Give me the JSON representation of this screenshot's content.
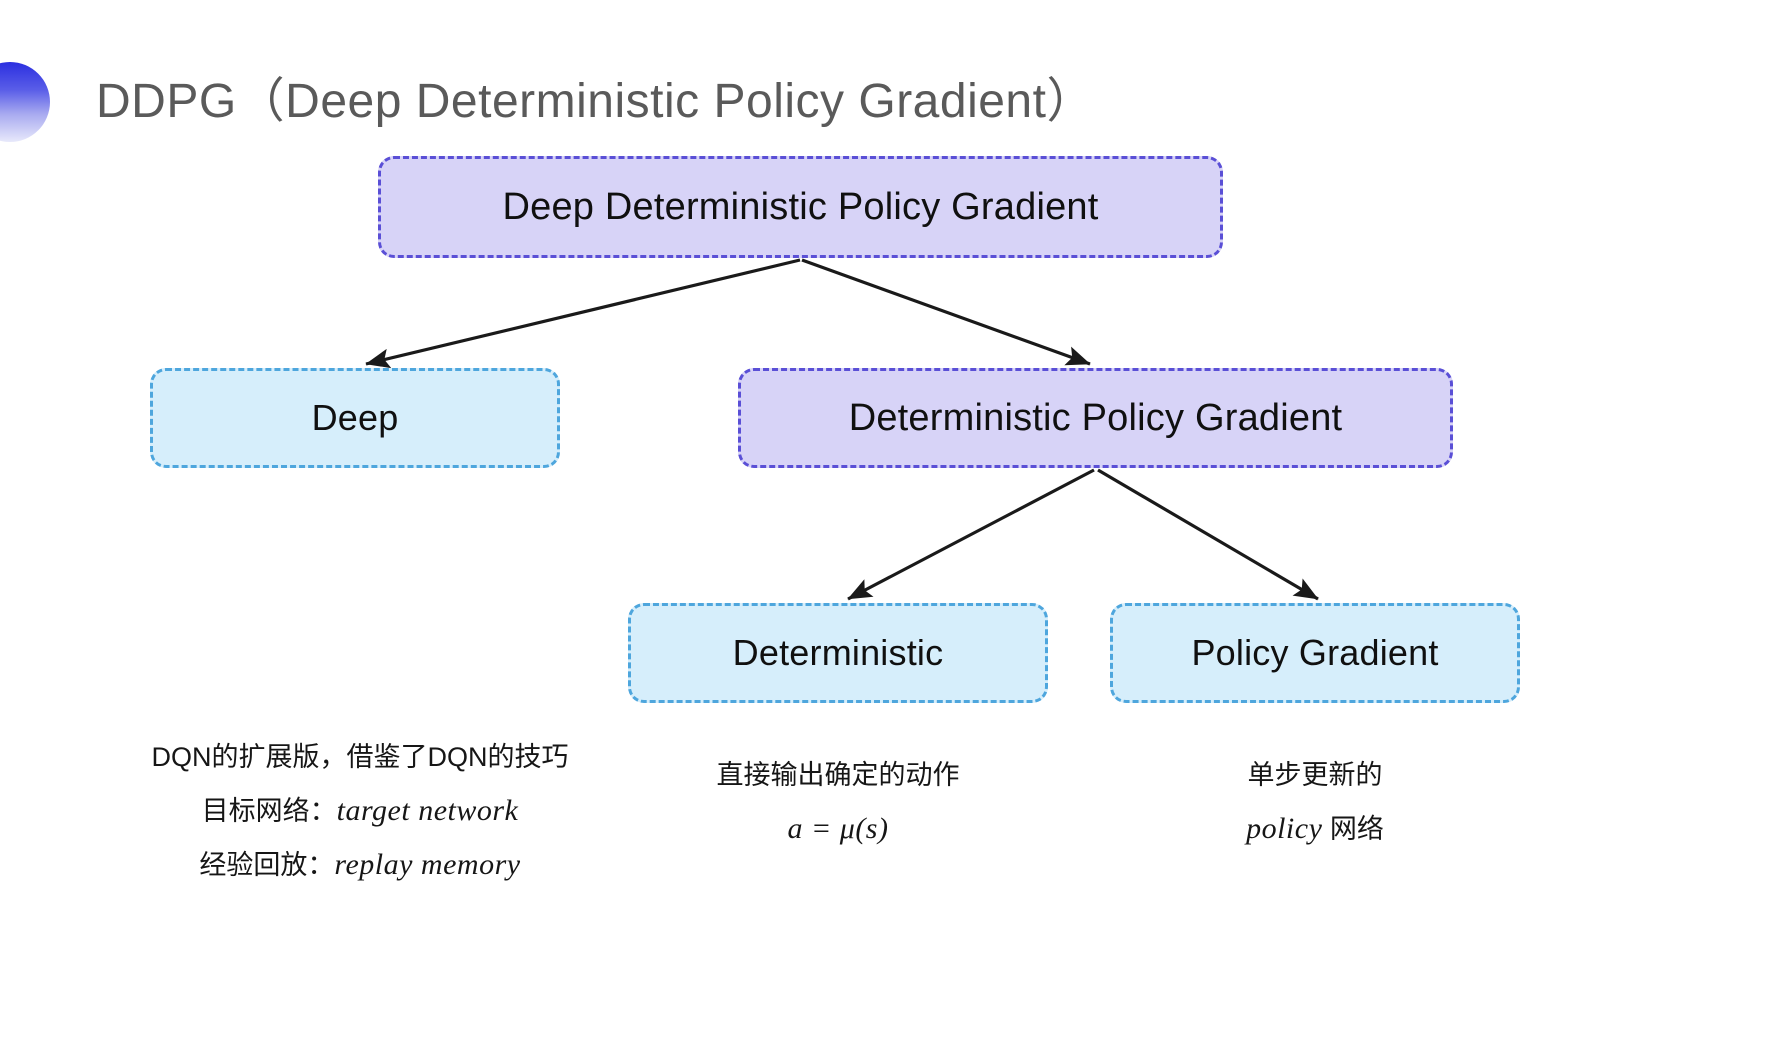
{
  "slide": {
    "title": "DDPG（Deep Deterministic Policy Gradient）",
    "bullet_icon": "gradient-circle-bullet",
    "title_color": "#5a5a5a",
    "background": "#ffffff"
  },
  "palette": {
    "purple_fill": "#d7d3f7",
    "purple_border": "#5a4fd6",
    "cyan_fill": "#d6eefb",
    "cyan_border": "#4ea6dd",
    "arrow_color": "#1a1a1a",
    "text_color": "#101010"
  },
  "diagram": {
    "type": "tree",
    "nodes": {
      "root": {
        "label": "Deep Deterministic Policy Gradient",
        "style": "purple"
      },
      "deep": {
        "label": "Deep",
        "style": "cyan"
      },
      "dpg": {
        "label": "Deterministic Policy Gradient",
        "style": "purple"
      },
      "deterministic": {
        "label": "Deterministic",
        "style": "cyan"
      },
      "policy_gradient": {
        "label": "Policy Gradient",
        "style": "cyan"
      }
    },
    "edges": [
      {
        "from": "root",
        "to": "deep"
      },
      {
        "from": "root",
        "to": "dpg"
      },
      {
        "from": "dpg",
        "to": "deterministic"
      },
      {
        "from": "dpg",
        "to": "policy_gradient"
      }
    ]
  },
  "annotations": {
    "deep": {
      "line1": "DQN的扩展版，借鉴了DQN的技巧",
      "line2_label": "目标网络：",
      "line2_term": "target network",
      "line3_label": "经验回放：",
      "line3_term": "replay memory"
    },
    "deterministic": {
      "line1": "直接输出确定的动作",
      "formula": "a = μ(s)"
    },
    "policy_gradient": {
      "line1": "单步更新的",
      "line2_term": "policy",
      "line2_suffix": " 网络"
    }
  }
}
